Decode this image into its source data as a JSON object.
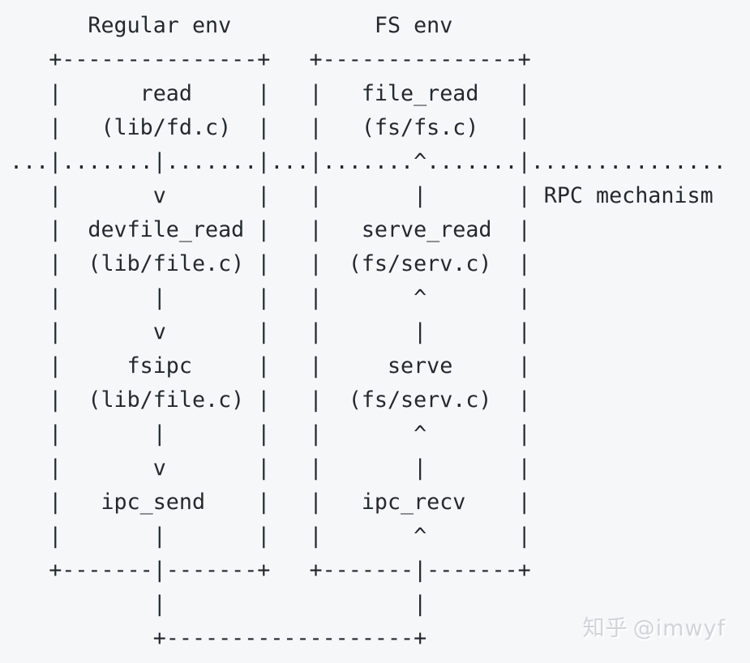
{
  "page": {
    "background_color": "#f6f7f8",
    "text_color": "#24292e"
  },
  "diagram": {
    "type": "ascii-flow-diagram",
    "regular_env": {
      "title": "Regular env",
      "steps": [
        {
          "name": "read",
          "file": "(lib/fd.c)"
        },
        {
          "name": "devfile_read",
          "file": "(lib/file.c)"
        },
        {
          "name": "fsipc",
          "file": "(lib/file.c)"
        },
        {
          "name": "ipc_send"
        }
      ]
    },
    "fs_env": {
      "title": "FS env",
      "steps": [
        {
          "name": "file_read",
          "file": "(fs/fs.c)"
        },
        {
          "name": "serve_read",
          "file": "(fs/serv.c)"
        },
        {
          "name": "serve",
          "file": "(fs/serv.c)"
        },
        {
          "name": "ipc_recv"
        }
      ]
    },
    "rpc_label": "RPC mechanism",
    "lines": [
      "      Regular env           FS env",
      "   +---------------+   +---------------+",
      "   |      read     |   |   file_read   |",
      "   |   (lib/fd.c)  |   |   (fs/fs.c)   |",
      "...|.......|.......|...|.......^.......|...............",
      "   |       v       |   |       |       | RPC mechanism",
      "   |  devfile_read |   |   serve_read  |",
      "   |  (lib/file.c) |   |  (fs/serv.c)  |",
      "   |       |       |   |       ^       |",
      "   |       v       |   |       |       |",
      "   |     fsipc     |   |     serve     |",
      "   |  (lib/file.c) |   |  (fs/serv.c)  |",
      "   |       |       |   |       ^       |",
      "   |       v       |   |       |       |",
      "   |   ipc_send    |   |   ipc_recv    |",
      "   |       |       |   |       ^       |",
      "   +-------|-------+   +-------|-------+",
      "           |                   |",
      "           +-------------------+"
    ]
  },
  "watermark": {
    "site": "知乎",
    "handle": "@imwyf",
    "color": "#d2d4d8"
  }
}
